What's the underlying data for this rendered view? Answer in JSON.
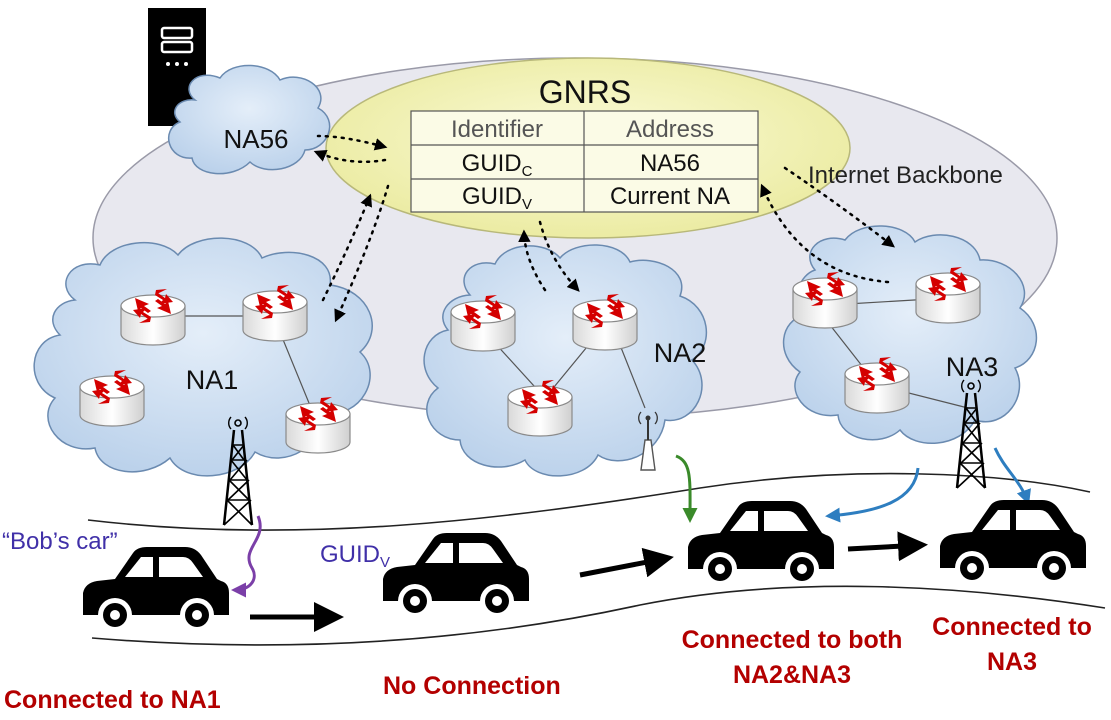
{
  "gnrs": {
    "title": "GNRS",
    "table": {
      "header": [
        "Identifier",
        "Address"
      ],
      "rows": [
        {
          "id_main": "GUID",
          "id_sub": "C",
          "address": "NA56"
        },
        {
          "id_main": "GUID",
          "id_sub": "V",
          "address": "Current NA"
        }
      ]
    }
  },
  "backbone_label": "Internet Backbone",
  "clouds": {
    "na56": "NA56",
    "na1": "NA1",
    "na2": "NA2",
    "na3": "NA3"
  },
  "road_labels": {
    "bobs_car": "“Bob’s car”",
    "guid_main": "GUID",
    "guid_sub": "V"
  },
  "captions": {
    "c1": "Connected to NA1",
    "c2": "No Connection",
    "c3_line1": "Connected to both",
    "c3_line2": "NA2&NA3",
    "c4_line1": "Connected to",
    "c4_line2": "NA3"
  },
  "colors": {
    "cloud_fill": "#cfe0f2",
    "backbone_fill": "#e9e9ef",
    "gnrs_fill": "#f8f8c4",
    "caption_red": "#b30000",
    "label_blue": "#4030a8",
    "purple_link": "#7b3fa8",
    "green_link": "#3a8a2a",
    "blue_link": "#2e7ec0"
  }
}
